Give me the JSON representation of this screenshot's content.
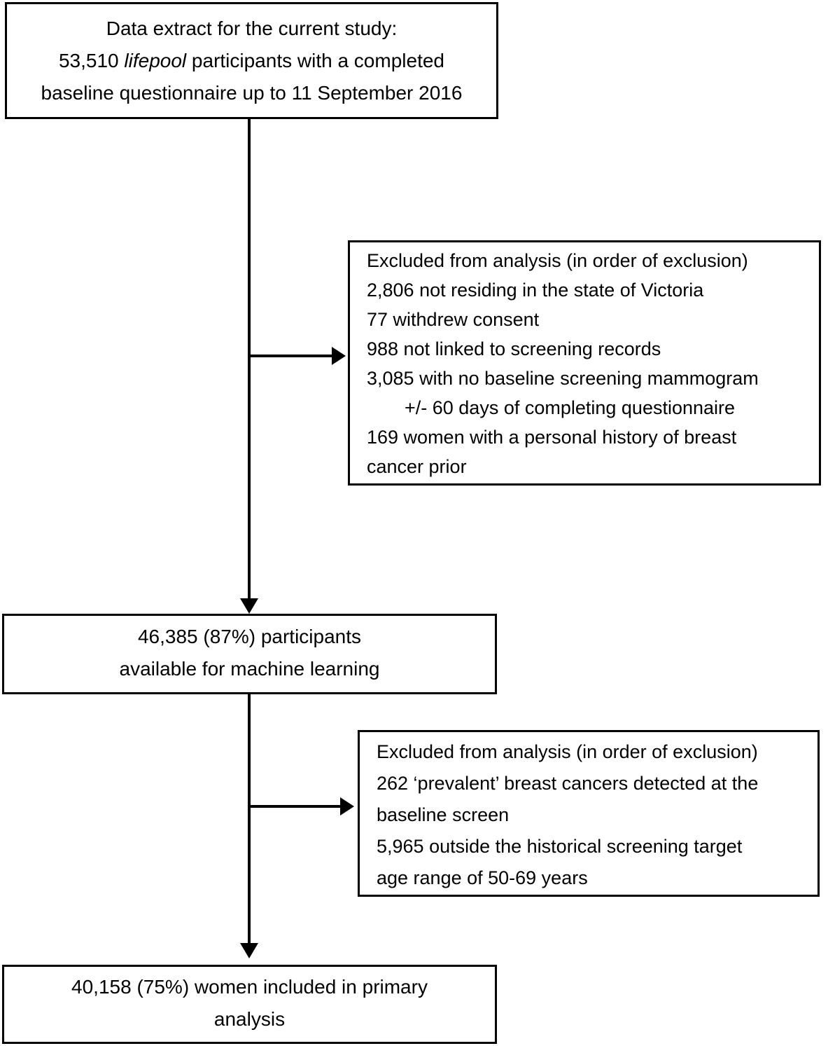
{
  "colors": {
    "line": "#000000",
    "background": "#ffffff",
    "text": "#000000"
  },
  "top_box": {
    "line1": "Data extract for the current study:",
    "line2_prefix": "53,510 ",
    "line2_italic": "lifepool",
    "line2_suffix": " participants with a completed",
    "line3": "baseline questionnaire up to 11 September 2016"
  },
  "exclusion_box_1": {
    "lines": [
      "Excluded from analysis (in order of exclusion)",
      "2,806 not residing in the state of Victoria",
      "77 withdrew consent",
      "988 not linked to screening records",
      "3,085 with no baseline screening mammogram",
      "+/- 60 days of completing questionnaire",
      "169 women with a personal history of breast",
      "cancer prior"
    ]
  },
  "middle_box": {
    "line1": "46,385 (87%) participants",
    "line2": "available for machine learning"
  },
  "exclusion_box_2": {
    "lines": [
      "Excluded from analysis (in order of exclusion)",
      "262 ‘prevalent’ breast cancers detected at the",
      "baseline screen",
      "5,965 outside the historical screening target",
      "age range of 50-69 years"
    ]
  },
  "bottom_box": {
    "line1": "40,158 (75%) women included in primary",
    "line2": "analysis"
  }
}
